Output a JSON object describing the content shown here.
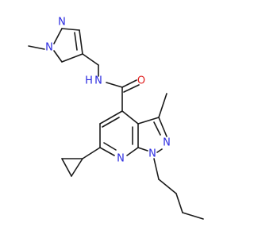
{
  "molecule": {
    "atom_labels": {
      "n_methylpyrazole_n1": "N",
      "n_methylpyrazole_n2": "N",
      "amide_n": "N",
      "amide_h": "H",
      "amide_o": "O",
      "core_n2": "N",
      "core_n1": "N",
      "pyridine_n": "N"
    },
    "colors": {
      "carbon_bond": "#1a1a1a",
      "nitrogen": "#2a2ae0",
      "oxygen": "#e02020",
      "background": "#ffffff"
    }
  }
}
